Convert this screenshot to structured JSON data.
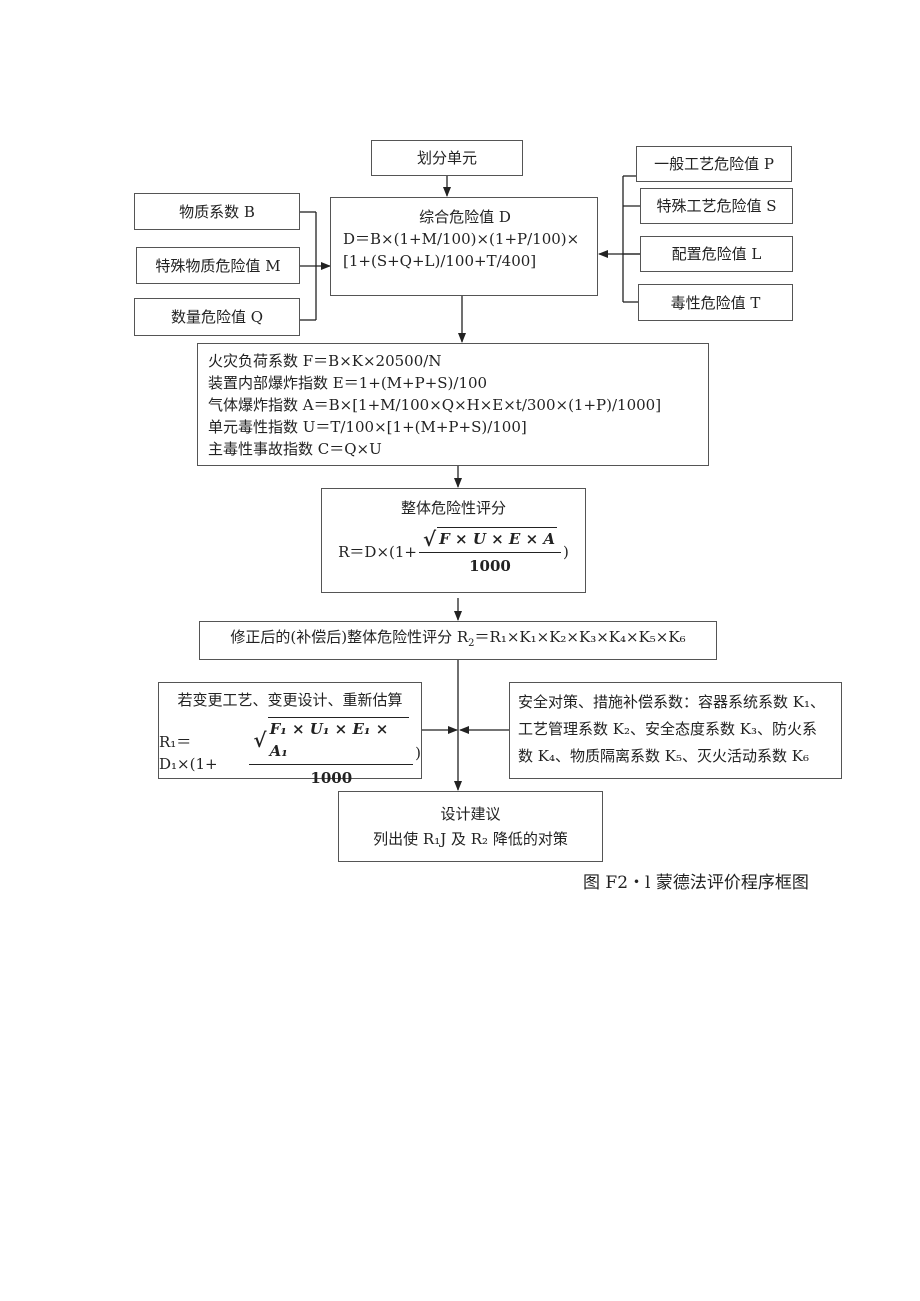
{
  "nodes": {
    "divide_unit": "划分单元",
    "material_factor": "物质系数 B",
    "special_material": "特殊物质危险值 M",
    "quantity_hazard": "数量危险值 Q",
    "general_process": "一般工艺危险值 P",
    "special_process": "特殊工艺危险值 S",
    "layout_hazard": "配置危险值 L",
    "toxicity_hazard": "毒性危险值 T",
    "composite": {
      "title": "综合危险值 D",
      "line1": "D＝B×(1+M/100)×(1+P/100)×",
      "line2": "[1+(S+Q+L)/100+T/400]"
    },
    "indices": [
      "火灾负荷系数 F＝B×K×20500/N",
      "装置内部爆炸指数 E＝1+(M+P+S)/100",
      "气体爆炸指数 A＝B×[1+M/100×Q×H×E×t/300×(1+P)/1000]",
      "单元毒性指数 U＝T/100×[1+(M+P+S)/100]",
      "主毒性事故指数 C＝Q×U"
    ],
    "overall": {
      "title": "整体危险性评分",
      "prefix": "R＝D×(1+",
      "radicand": "F × U × E × A",
      "denominator": "1000",
      "suffix": ")"
    },
    "corrected": {
      "text": "修正后的(补偿后)整体危险性评分 R",
      "sub": "2",
      "formula": "＝R₁×K₁×K₂×K₃×K₄×K₅×K₆"
    },
    "redesign": {
      "title": "若变更工艺、变更设计、重新估算",
      "prefix": "R₁＝D₁×(1+",
      "radicand": "F₁ × U₁ × E₁ × A₁",
      "denominator": "1000",
      "suffix": ")"
    },
    "safety_measures": [
      "安全对策、措施补偿系数：容器系统系数 K₁、",
      "工艺管理系数 K₂、安全态度系数 K₃、防火系",
      "数 K₄、物质隔离系数 K₅、灭火活动系数 K₆"
    ],
    "design_advice": {
      "title": "设计建议",
      "detail": "列出使 R₁J 及 R₂ 降低的对策"
    }
  },
  "caption": "图 F2・l 蒙德法评价程序框图"
}
